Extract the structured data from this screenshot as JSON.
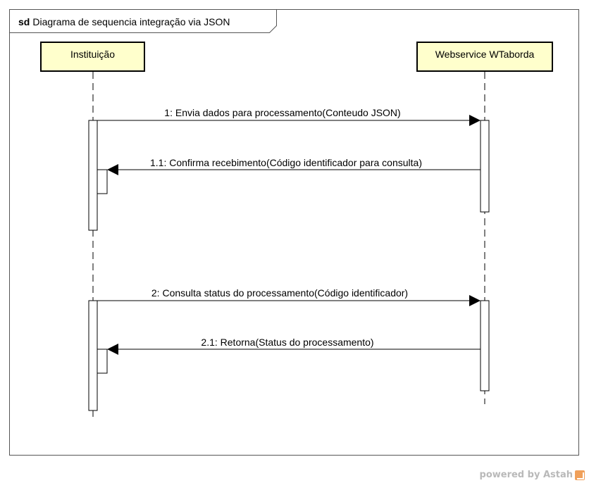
{
  "frame": {
    "keyword": "sd",
    "title": "Diagrama de sequencia integração via JSON"
  },
  "lifelines": [
    {
      "id": "instituicao",
      "label": "Instituição"
    },
    {
      "id": "webservice",
      "label": "Webservice WTaborda"
    }
  ],
  "messages": [
    {
      "label": "1: Envia dados para processamento(Conteudo JSON)",
      "from": "instituicao",
      "to": "webservice",
      "kind": "sync"
    },
    {
      "label": "1.1: Confirma recebimento(Código identificador para consulta)",
      "from": "webservice",
      "to": "instituicao",
      "kind": "sync"
    },
    {
      "label": "2: Consulta status do processamento(Código identificador)",
      "from": "instituicao",
      "to": "webservice",
      "kind": "sync"
    },
    {
      "label": "2.1: Retorna(Status do processamento)",
      "from": "webservice",
      "to": "instituicao",
      "kind": "sync"
    }
  ],
  "watermark": "powered by Astah",
  "colors": {
    "lifeline_fill": "#ffffcc",
    "line": "#000000",
    "frame_border": "#555555"
  }
}
